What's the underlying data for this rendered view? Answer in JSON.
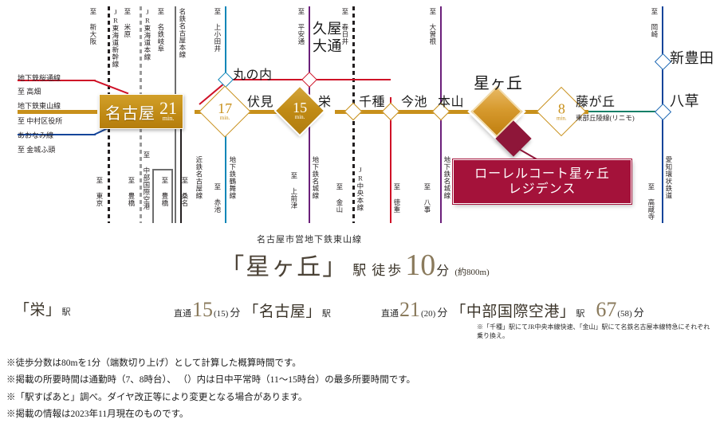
{
  "map": {
    "top_vertical_labels": [
      {
        "id": "to-shin-osaka",
        "text": "至 新大阪"
      },
      {
        "id": "jr-tokaido-shinkansen",
        "text": "JR東海道新幹線"
      },
      {
        "id": "to-maibara",
        "text": "至 米原"
      },
      {
        "id": "jr-tokaido-honsen",
        "text": "JR東海道本線"
      },
      {
        "id": "to-meitetsu-gifu",
        "text": "至 名鉄岐阜"
      },
      {
        "id": "meitetsu-nagoya-honsen",
        "text": "名鉄名古屋本線"
      },
      {
        "id": "to-kami-otai",
        "text": "至 上小田井"
      },
      {
        "id": "to-heianndori",
        "text": "至 平安通"
      },
      {
        "id": "to-kasugai",
        "text": "至 春日井"
      },
      {
        "id": "to-ozone",
        "text": "至 大曽根"
      },
      {
        "id": "to-okazaki",
        "text": "至 岡崎"
      }
    ],
    "bottom_vertical_labels": [
      {
        "id": "to-tokyo",
        "text": "至 東京"
      },
      {
        "id": "to-toyohashi-1",
        "text": "至 豊橋"
      },
      {
        "id": "to-chubu-airport",
        "text": "至 中部国際空港"
      },
      {
        "id": "to-toyohashi-2",
        "text": "至 豊橋"
      },
      {
        "id": "to-kuwana",
        "text": "至 桑名"
      },
      {
        "id": "kintetsu-nagoya-line",
        "text": "近鉄名古屋線"
      },
      {
        "id": "to-akaike",
        "text": "至 赤池"
      },
      {
        "id": "subway-tsurumai-line",
        "text": "地下鉄鶴舞線"
      },
      {
        "id": "to-kamimaezu",
        "text": "至 上前津"
      },
      {
        "id": "subway-meijo-line-1",
        "text": "地下鉄名城線"
      },
      {
        "id": "to-kanayama",
        "text": "至 金山"
      },
      {
        "id": "jr-chuo-honsen",
        "text": "JR中央本線"
      },
      {
        "id": "to-tokushige",
        "text": "至 徳重"
      },
      {
        "id": "to-yagoto",
        "text": "至 八事"
      },
      {
        "id": "subway-meijo-line-2",
        "text": "地下鉄名城線"
      },
      {
        "id": "to-kozoji",
        "text": "至 高蔵寺"
      },
      {
        "id": "aichi-loop-railway",
        "text": "愛知環状鉄道"
      }
    ],
    "left_labels": [
      {
        "id": "subway-sakuradori-line",
        "text": "地下鉄桜通線",
        "color": "#cf1127"
      },
      {
        "id": "to-takabata",
        "text": "至 高畑",
        "color": "#231f20"
      },
      {
        "id": "subway-higashiyama-line",
        "text": "地下鉄東山線",
        "color": "#231f20"
      },
      {
        "id": "to-nakamura-kuyakusho",
        "text": "至 中村区役所",
        "color": "#231f20"
      },
      {
        "id": "aonami-line",
        "text": "あおなみ線",
        "color": "#231f20"
      },
      {
        "id": "to-kinjofuto",
        "text": "至 金城ふ頭",
        "color": "#231f20"
      }
    ],
    "nagoya": {
      "name": "名古屋",
      "minutes": "21",
      "unit": "min."
    },
    "time_markers": [
      {
        "id": "fushimi-time",
        "minutes": "17",
        "unit": "min.",
        "filled": false
      },
      {
        "id": "sakae-time",
        "minutes": "15",
        "unit": "min.",
        "filled": true
      },
      {
        "id": "fujigaoka-time",
        "minutes": "8",
        "unit": "min.",
        "filled": false
      }
    ],
    "stations": [
      {
        "id": "marunouchi",
        "name": "丸の内"
      },
      {
        "id": "fushimi",
        "name": "伏見"
      },
      {
        "id": "kuyama-odori",
        "name": "久屋\n大通"
      },
      {
        "id": "sakae",
        "name": "栄"
      },
      {
        "id": "chikusa",
        "name": "千種"
      },
      {
        "id": "imaike",
        "name": "今池"
      },
      {
        "id": "motoyama",
        "name": "本山"
      },
      {
        "id": "hoshigaoka",
        "name": "星ヶ丘"
      },
      {
        "id": "fujigaoka",
        "name": "藤が丘"
      },
      {
        "id": "shin-toyota",
        "name": "新豊田"
      },
      {
        "id": "yakusa",
        "name": "八草"
      }
    ],
    "station_labels_inline": {
      "marunouchi": "丸の内",
      "fushimi": "伏見",
      "kuyama_odori_l1": "久屋",
      "kuyama_odori_l2": "大通",
      "sakae": "栄",
      "chikusa": "千種",
      "imaike": "今池",
      "motoyama": "本山",
      "hoshigaoka": "星ヶ丘",
      "fujigaoka": "藤が丘",
      "shin_toyota": "新豊田",
      "yakusa": "八草"
    },
    "linimo_label": "東部丘陵線(リニモ)",
    "property": {
      "name_line1": "ローレルコート星ヶ丘",
      "name_line2": "レジデンス"
    },
    "colors": {
      "gold": "#c8901b",
      "red": "#cf1127",
      "purple": "#6b1f7a",
      "cyan": "#0e86b8",
      "blue": "#1b66b3",
      "dark_blue": "#15459a",
      "green": "#0f7f67",
      "crimson": "#a4123a",
      "dark_red": "#8e1639",
      "grey": "#9b9b9b",
      "black": "#231f20"
    }
  },
  "headline": {
    "sub": "名古屋市営地下鉄東山線",
    "station": "「星ヶ丘」",
    "eki": "駅",
    "walk": "徒歩",
    "minutes": "10",
    "fun": "分",
    "approx": "(約800m)"
  },
  "routes": [
    {
      "id": "route-sakae",
      "from_station": "「栄」",
      "from_eki": "駅",
      "prefix": "直通",
      "minutes": "15",
      "paren": "(15)",
      "fun": "分",
      "to_station": "「名古屋」",
      "to_eki": "駅"
    },
    {
      "id": "route-airport",
      "prefix": "直通",
      "minutes": "21",
      "paren": "(20)",
      "fun": "分",
      "to_station": "「中部国際空港」",
      "to_eki": "駅",
      "minutes2": "67",
      "paren2": "(58)",
      "fun2": "分"
    }
  ],
  "route_note": "※「千種」駅にてJR中央本線快速、「金山」駅にて名鉄名古屋本線特急にそれぞれ乗り換え。",
  "disclaimer": [
    "※徒歩分数は80mを1分（端数切り上げ）として計算した概算時間です。",
    "※掲載の所要時間は通勤時（7、8時台）、 （）内は日中平常時（11〜15時台）の最多所要時間です。",
    "※「駅すぱあと」調べ。ダイヤ改正等により変更となる場合があります。",
    "※掲載の情報は2023年11月現在のものです。"
  ]
}
